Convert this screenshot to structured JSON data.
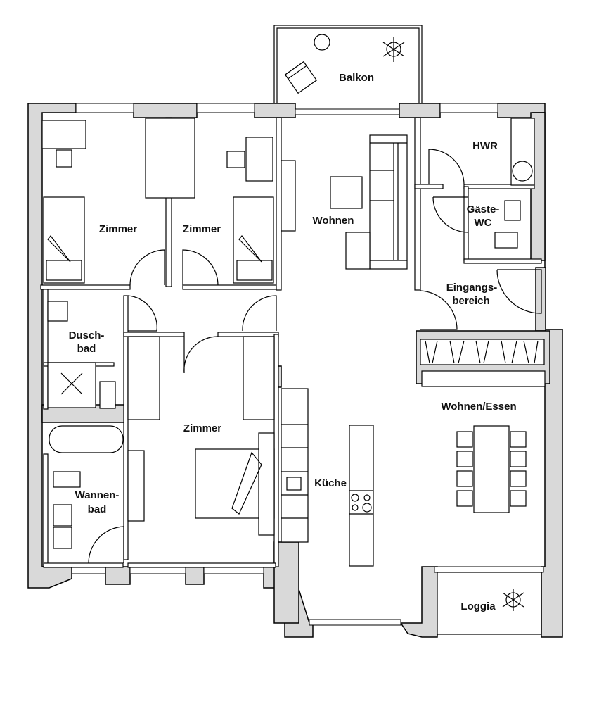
{
  "plan": {
    "rooms": {
      "balkon": "Balkon",
      "zimmer1": "Zimmer",
      "zimmer2": "Zimmer",
      "wohnen": "Wohnen",
      "hwr": "HWR",
      "gaeste_wc_1": "Gäste-",
      "gaeste_wc_2": "WC",
      "eingang_1": "Eingangs-",
      "eingang_2": "bereich",
      "duschbad_1": "Dusch-",
      "duschbad_2": "bad",
      "zimmer3": "Zimmer",
      "wannenbad_1": "Wannen-",
      "wannenbad_2": "bad",
      "kueche": "Küche",
      "wohnen_essen": "Wohnen/Essen",
      "loggia": "Loggia"
    },
    "colors": {
      "wall": "#d9d9d9",
      "line": "#000000",
      "background": "#ffffff"
    }
  }
}
